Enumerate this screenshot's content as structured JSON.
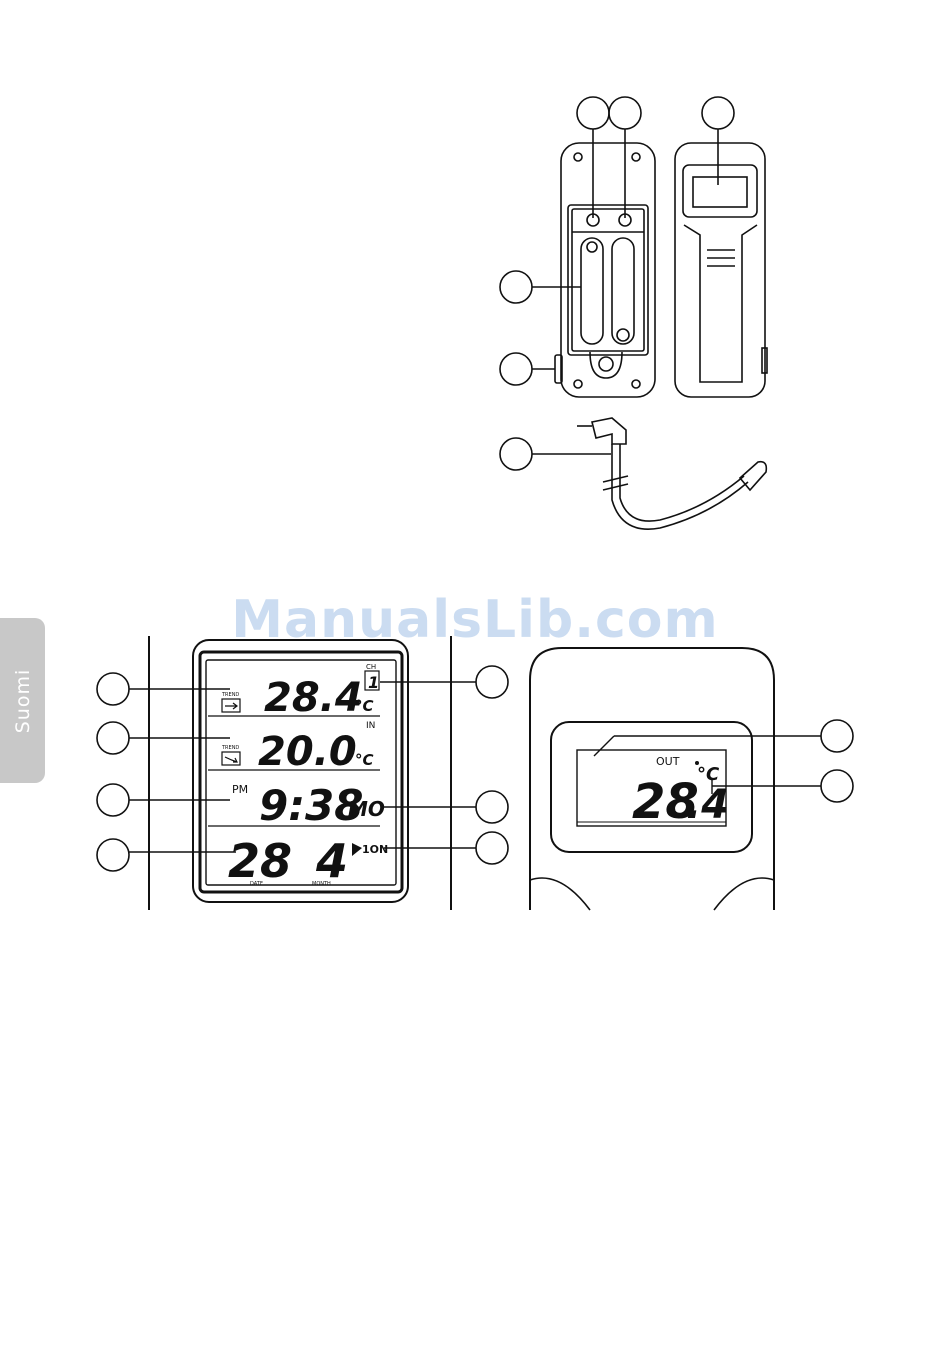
{
  "side_tab": {
    "label": "Suomi"
  },
  "watermark": {
    "text": "ManualsLib.com"
  },
  "indoor_display": {
    "row1": {
      "trend_label": "TREND",
      "temperature": "28.4",
      "unit": "°C",
      "channel_label": "CH",
      "channel": "1"
    },
    "row2": {
      "trend_label": "TREND",
      "in_label": "IN",
      "temperature": "20.0",
      "unit": "°C"
    },
    "row3": {
      "ampm": "PM",
      "time": "9:38",
      "weekday": "MO"
    },
    "row4": {
      "date": "28",
      "month": "4",
      "alarm": "1ON",
      "date_label": "DATE",
      "month_label": "MONTH"
    }
  },
  "outdoor_display": {
    "out_label": "OUT",
    "temperature_int": "28",
    "temperature_dec": ".4",
    "unit": "°C"
  },
  "colors": {
    "ink": "#111111",
    "tab": "#c8c8c8",
    "watermark": "#c2d6ef"
  }
}
